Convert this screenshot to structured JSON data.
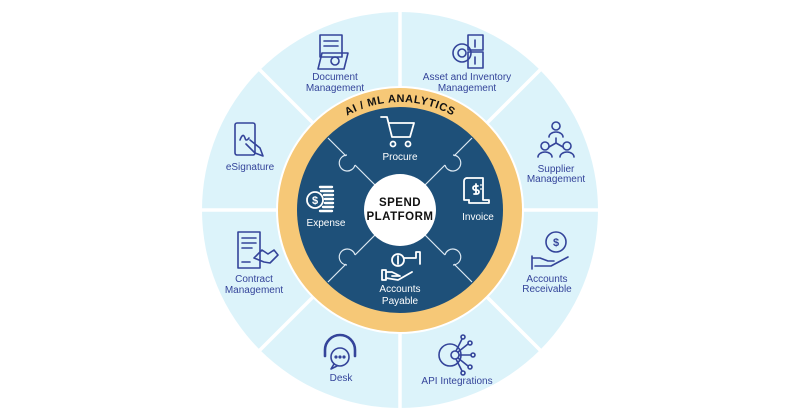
{
  "colors": {
    "outer_segment": "#dcf3fa",
    "divider": "#ffffff",
    "ring": "#f6c877",
    "core": "#1e5079",
    "label": "#34449a"
  },
  "ring_label": "AI / ML  ANALYTICS",
  "center": {
    "line1": "SPEND",
    "line2": "PLATFORM"
  },
  "core_modules": [
    {
      "icon": "shopping-cart-icon",
      "lines": [
        "Procure"
      ]
    },
    {
      "icon": "invoice-icon",
      "lines": [
        "Invoice"
      ]
    },
    {
      "icon": "money-hand-icon",
      "lines": [
        "Accounts",
        "Payable"
      ]
    },
    {
      "icon": "coins-icon",
      "lines": [
        "Expense"
      ]
    }
  ],
  "outer_modules": [
    {
      "icon": "document-gear-icon",
      "lines": [
        "Document",
        "Management"
      ]
    },
    {
      "icon": "gear-boxes-icon",
      "lines": [
        "Asset and Inventory",
        "Management"
      ]
    },
    {
      "icon": "people-network-icon",
      "lines": [
        "Supplier",
        "Management"
      ]
    },
    {
      "icon": "dollar-hand-icon",
      "lines": [
        "Accounts",
        "Receivable"
      ]
    },
    {
      "icon": "gear-circuit-icon",
      "lines": [
        "API Integrations"
      ]
    },
    {
      "icon": "headset-chat-icon",
      "lines": [
        "Desk"
      ]
    },
    {
      "icon": "contract-handshake-icon",
      "lines": [
        "Contract",
        "Management"
      ]
    },
    {
      "icon": "tablet-signature-icon",
      "lines": [
        "eSignature"
      ]
    }
  ]
}
